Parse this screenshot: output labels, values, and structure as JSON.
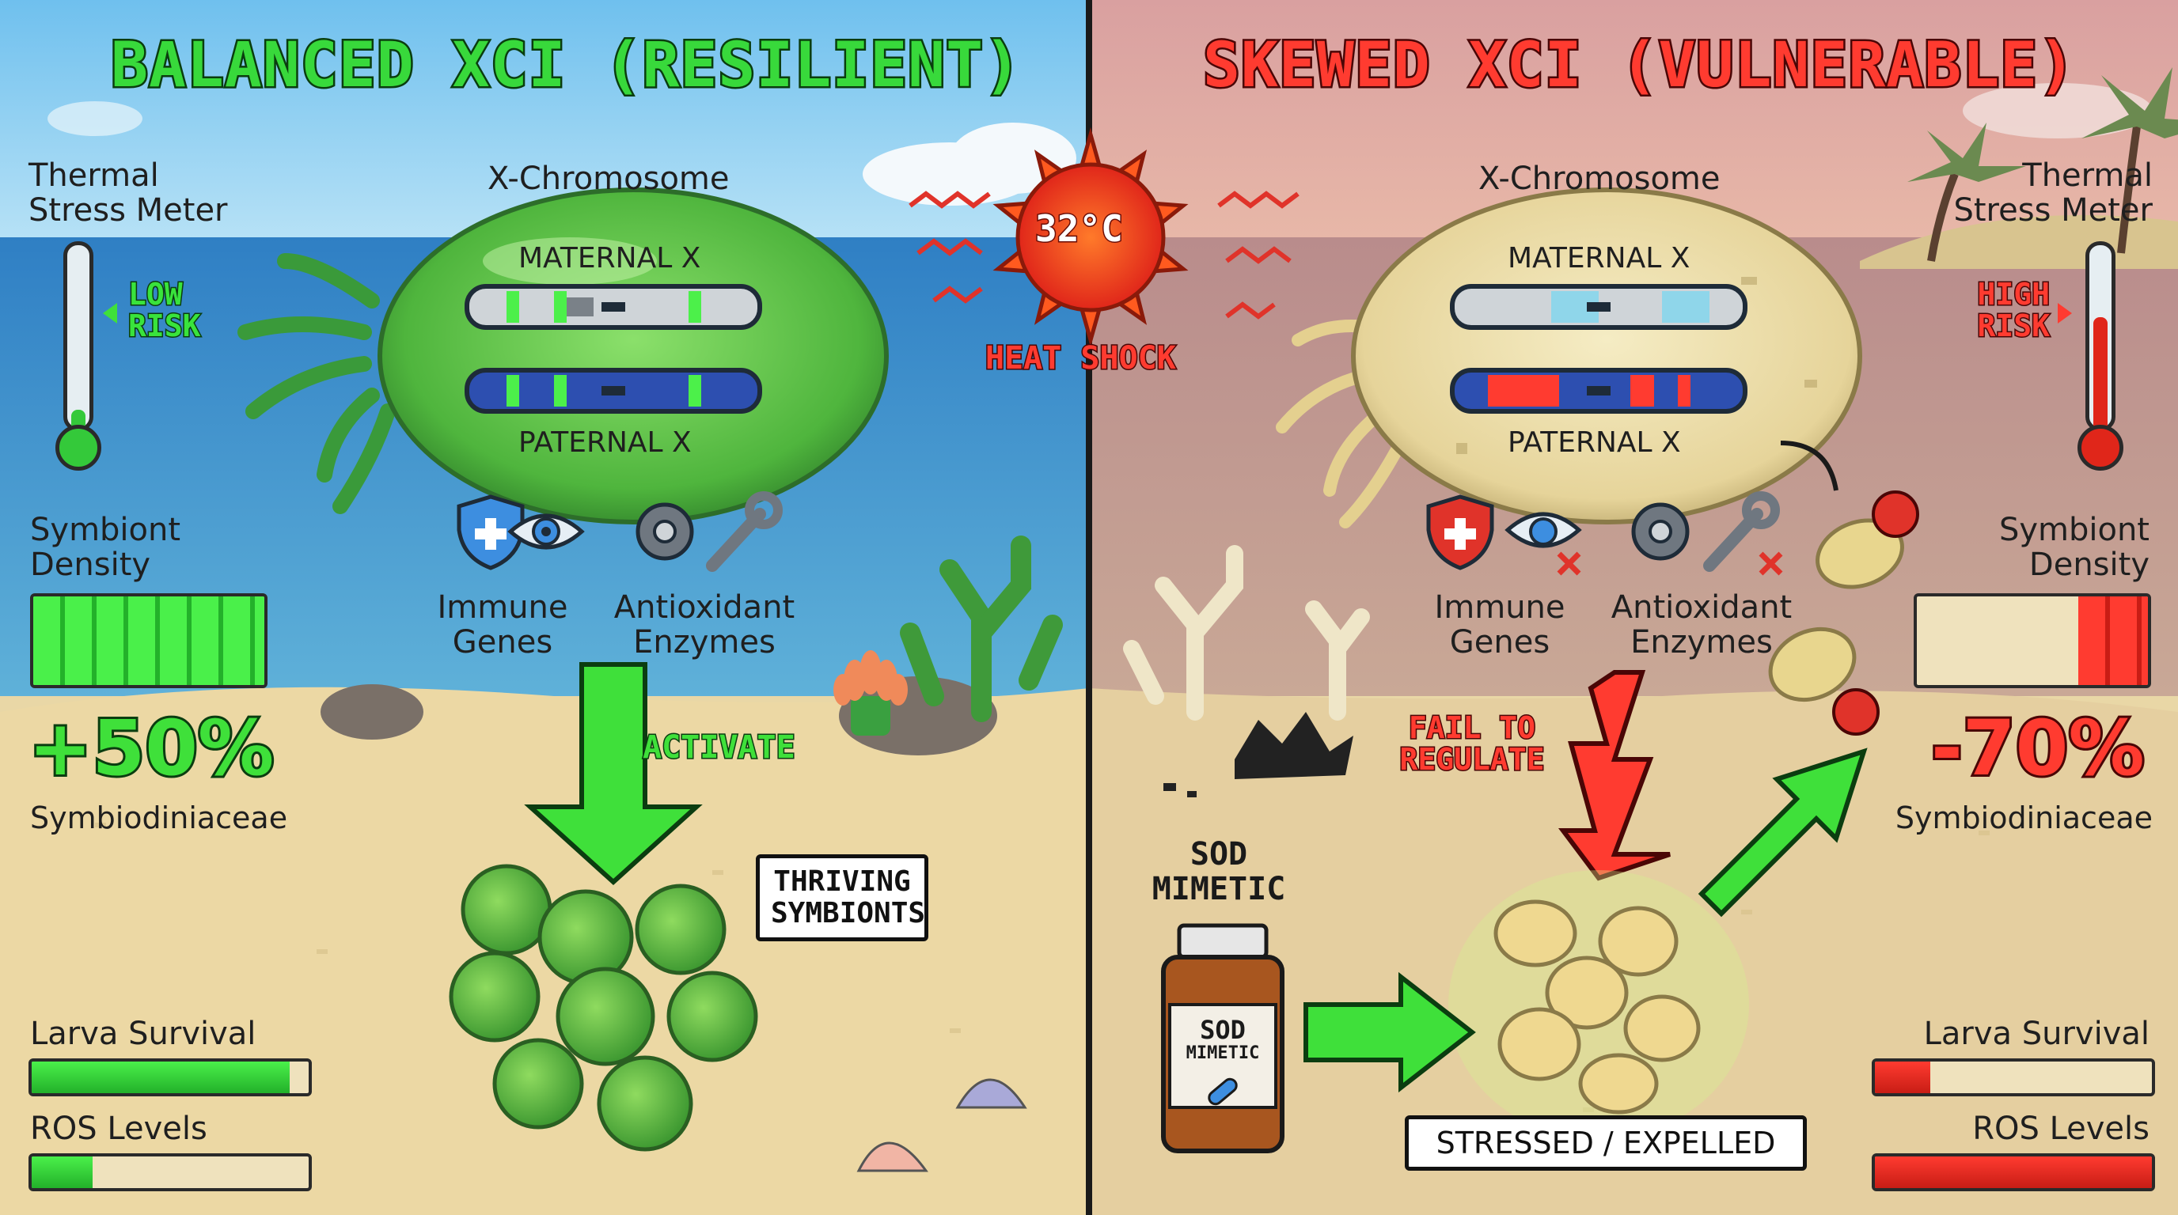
{
  "left": {
    "title": "BALANCED XCI (RESILIENT)",
    "thermal_meter_label": [
      "Thermal",
      "Stress Meter"
    ],
    "risk_label": [
      "LOW",
      "RISK"
    ],
    "chromosome_label": "X-Chromosome",
    "maternal_label": "MATERNAL X",
    "paternal_label": "PATERNAL X",
    "symbiont_density_label": [
      "Symbiont",
      "Density"
    ],
    "density_change": "+50%",
    "density_species": "Symbiodiniaceae",
    "immune_label": [
      "Immune",
      "Genes"
    ],
    "antiox_label": [
      "Antioxidant",
      "Enzymes"
    ],
    "activate_label": "ACTIVATE",
    "bubble_label": [
      "THRIVING",
      "SYMBIONTS"
    ],
    "larva_survival_label": "Larva Survival",
    "ros_label": "ROS Levels",
    "larva_survival_level": 0.93,
    "ros_level": 0.22,
    "density_level": 1.0,
    "thermometer_level": 0.15,
    "colors": {
      "accent": "#3fe03a",
      "sky": "#7fc8ef",
      "sea": "#3a8fd0"
    }
  },
  "center": {
    "temperature": "32°C",
    "heat_shock_label": "HEAT SHOCK"
  },
  "right": {
    "title": "SKEWED XCI (VULNERABLE)",
    "thermal_meter_label": [
      "Thermal",
      "Stress Meter"
    ],
    "risk_label": [
      "HIGH",
      "RISK"
    ],
    "chromosome_label": "X-Chromosome",
    "maternal_label": "MATERNAL X",
    "paternal_label": "PATERNAL X",
    "symbiont_density_label": [
      "Symbiont",
      "Density"
    ],
    "density_change": "-70%",
    "density_species": "Symbiodiniaceae",
    "immune_label": [
      "Immune",
      "Genes"
    ],
    "antiox_label": [
      "Antioxidant",
      "Enzymes"
    ],
    "fail_label": [
      "FAIL TO",
      "REGULATE"
    ],
    "sod_title": [
      "SOD",
      "MIMETIC"
    ],
    "sod_bottle_label": [
      "SOD",
      "MIMETIC"
    ],
    "bubble_label": "STRESSED / EXPELLED",
    "larva_survival_label": "Larva Survival",
    "ros_label": "ROS Levels",
    "larva_survival_level": 0.2,
    "ros_level": 1.0,
    "density_level": 0.3,
    "thermometer_level": 0.8,
    "colors": {
      "accent": "#ff3b30",
      "sky": "#e8a49a"
    }
  }
}
